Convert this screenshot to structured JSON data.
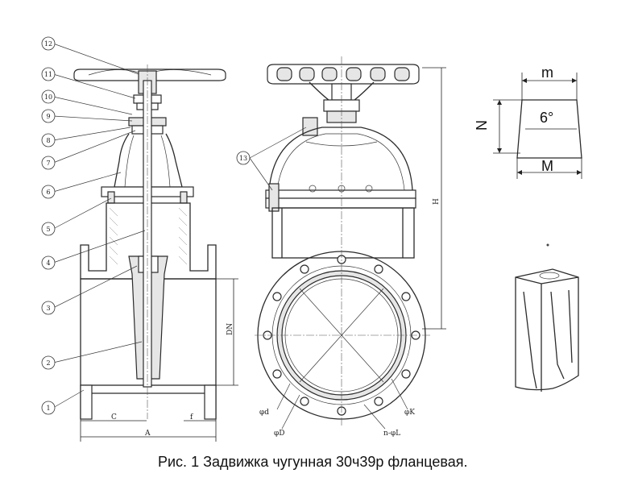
{
  "caption": "Рис. 1 Задвижка чугунная 30ч39р фланцевая.",
  "balloons": [
    "1",
    "2",
    "3",
    "4",
    "5",
    "6",
    "7",
    "8",
    "9",
    "10",
    "11",
    "12"
  ],
  "side_balloon": "13",
  "dims_front": {
    "C": "C",
    "A": "A",
    "f": "f",
    "DN": "DN"
  },
  "dims_side": {
    "H": "H",
    "d": "φd",
    "D": "φD",
    "K": "φK",
    "nL": "n-φL"
  },
  "wedge_dims": {
    "m": "m",
    "N": "N",
    "angle": "6°",
    "M": "M"
  }
}
